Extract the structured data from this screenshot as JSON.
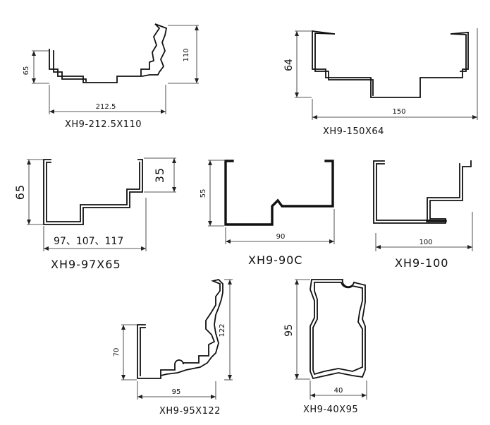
{
  "colors": {
    "line": "#111111",
    "background": "#ffffff"
  },
  "profiles": [
    {
      "id": "xh9-212",
      "caption": "XH9-212.5X110",
      "width_label": "212.5",
      "left_height_label": "65",
      "right_height_label": "110"
    },
    {
      "id": "xh9-150",
      "caption": "XH9-150X64",
      "width_label": "150",
      "height_label": "64"
    },
    {
      "id": "xh9-97",
      "caption": "XH9-97X65",
      "width_label": "97、107、117",
      "height_label": "65",
      "right_height_label": "35"
    },
    {
      "id": "xh9-90c",
      "caption": "XH9-90C",
      "width_label": "90",
      "height_label": "55"
    },
    {
      "id": "xh9-100",
      "caption": "XH9-100",
      "width_label": "100"
    },
    {
      "id": "xh9-95",
      "caption": "XH9-95X122",
      "width_label": "95",
      "left_height_label": "70",
      "right_height_label": "122"
    },
    {
      "id": "xh9-40",
      "caption": "XH9-40X95",
      "width_label": "40",
      "height_label": "95"
    }
  ]
}
